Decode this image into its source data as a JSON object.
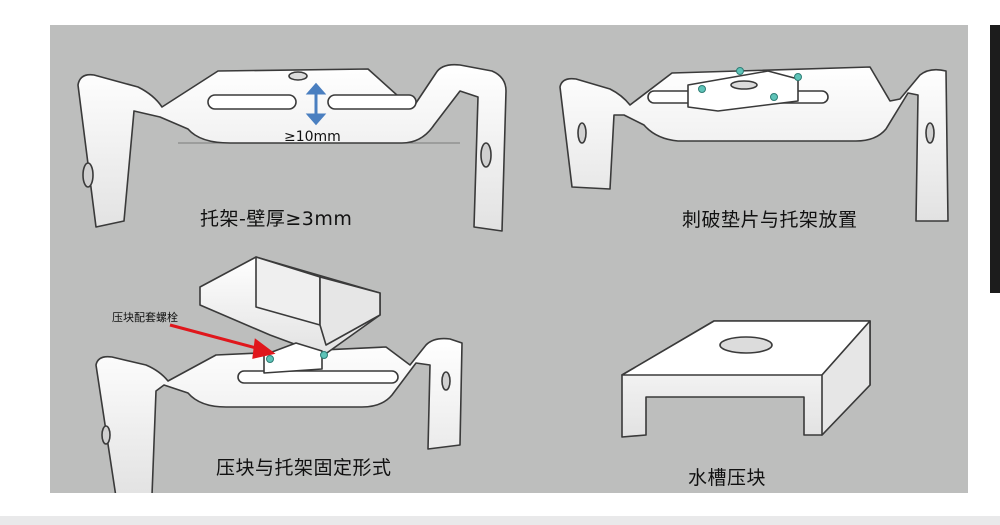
{
  "captions": {
    "bracket": "托架-壁厚≥3mm",
    "pad_placement": "刺破垫片与托架放置",
    "clamp_fixing": "压块与托架固定形式",
    "gutter_clamp": "水槽压块"
  },
  "dimension_label": "≥10mm",
  "callout_label": "压块配套螺栓",
  "colors": {
    "panel": "#bdbebd",
    "part_face": "#f4f4f4",
    "outline": "#3a3a3a",
    "arrow": "#e0171c",
    "dimension_arrow": "#4a7fc0",
    "pad_dots": "#5ec3b8"
  }
}
